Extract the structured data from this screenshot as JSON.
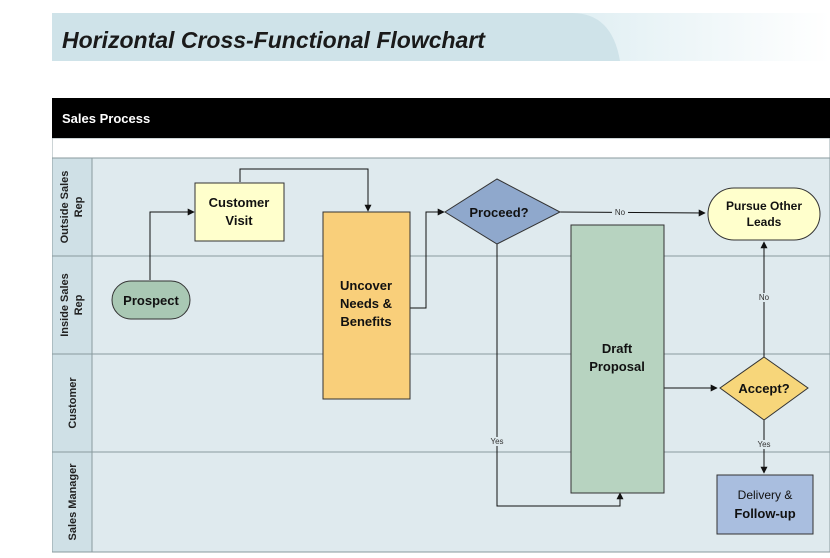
{
  "title": "Horizontal Cross-Functional Flowchart",
  "process": "Sales Process",
  "colors": {
    "lane_bg": "#dfeaee",
    "lane_header": "#cfe0e6",
    "terminator_green": "#a9c8b4",
    "process_yellow": "#ffffcc",
    "process_orange": "#f9cf7a",
    "process_green": "#b7d3c0",
    "decision_blue": "#8fa8cc",
    "decision_yellow": "#f7d67a",
    "process_blue": "#a9bedf"
  },
  "lanes": [
    {
      "label_1": "Outside Sales",
      "label_2": "Rep"
    },
    {
      "label_1": "Inside Sales",
      "label_2": "Rep"
    },
    {
      "label_1": "Customer",
      "label_2": ""
    },
    {
      "label_1": "Sales Manager",
      "label_2": ""
    }
  ],
  "nodes": {
    "prospect": {
      "label": "Prospect"
    },
    "customer_visit": {
      "line1": "Customer",
      "line2": "Visit"
    },
    "uncover": {
      "line1": "Uncover",
      "line2": "Needs &",
      "line3": "Benefits"
    },
    "proceed": {
      "label": "Proceed?"
    },
    "pursue": {
      "line1": "Pursue Other",
      "line2": "Leads"
    },
    "draft": {
      "line1": "Draft",
      "line2": "Proposal"
    },
    "accept": {
      "label": "Accept?"
    },
    "delivery": {
      "line1": "Delivery &",
      "line2": "Follow-up"
    }
  },
  "edge_labels": {
    "proceed_no": "No",
    "proceed_yes": "Yes",
    "accept_no": "No",
    "accept_yes": "Yes"
  }
}
